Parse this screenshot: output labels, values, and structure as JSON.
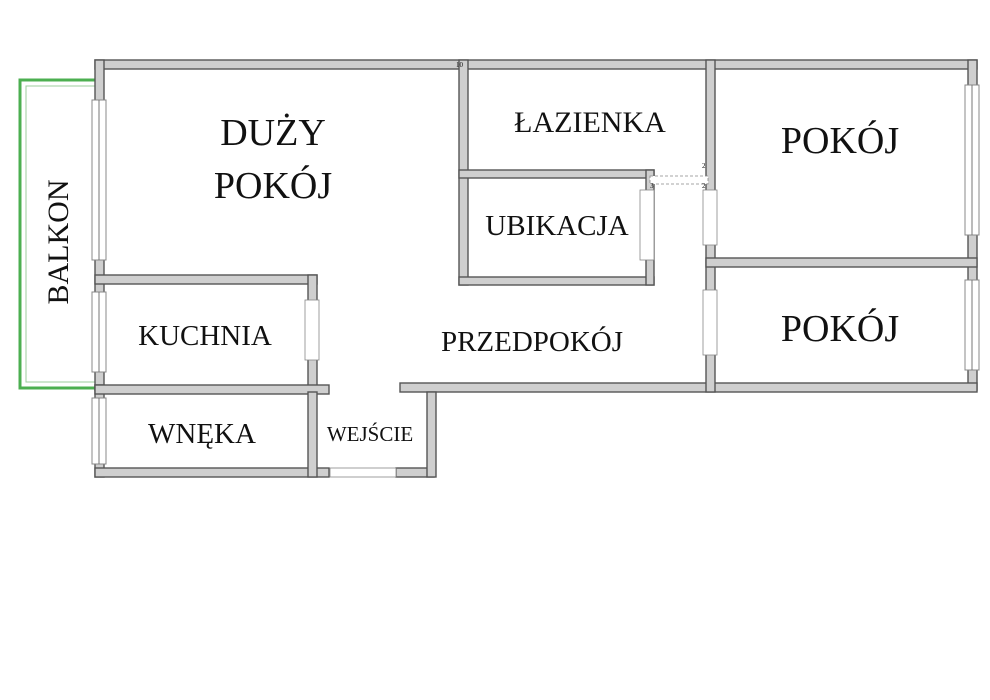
{
  "rooms": {
    "balcony": "BALKON",
    "living_room_line1": "DUŻY",
    "living_room_line2": "POKÓJ",
    "bathroom": "ŁAZIENKA",
    "toilet": "UBIKACJA",
    "bedroom_top": "POKÓJ",
    "bedroom_bottom": "POKÓJ",
    "kitchen": "KUCHNIA",
    "hallway": "PRZEDPOKÓJ",
    "alcove": "WNĘKA",
    "entrance": "WEJŚCIE"
  },
  "dimension_marks": {
    "top_wall": "10",
    "toilet_door": "3",
    "hall_door_a": "2",
    "hall_door_b": "2"
  },
  "colors": {
    "balcony_outline": "#4caf50",
    "wall_fill": "#cfcfcf",
    "wall_stroke": "#555555",
    "label": "#111111"
  }
}
